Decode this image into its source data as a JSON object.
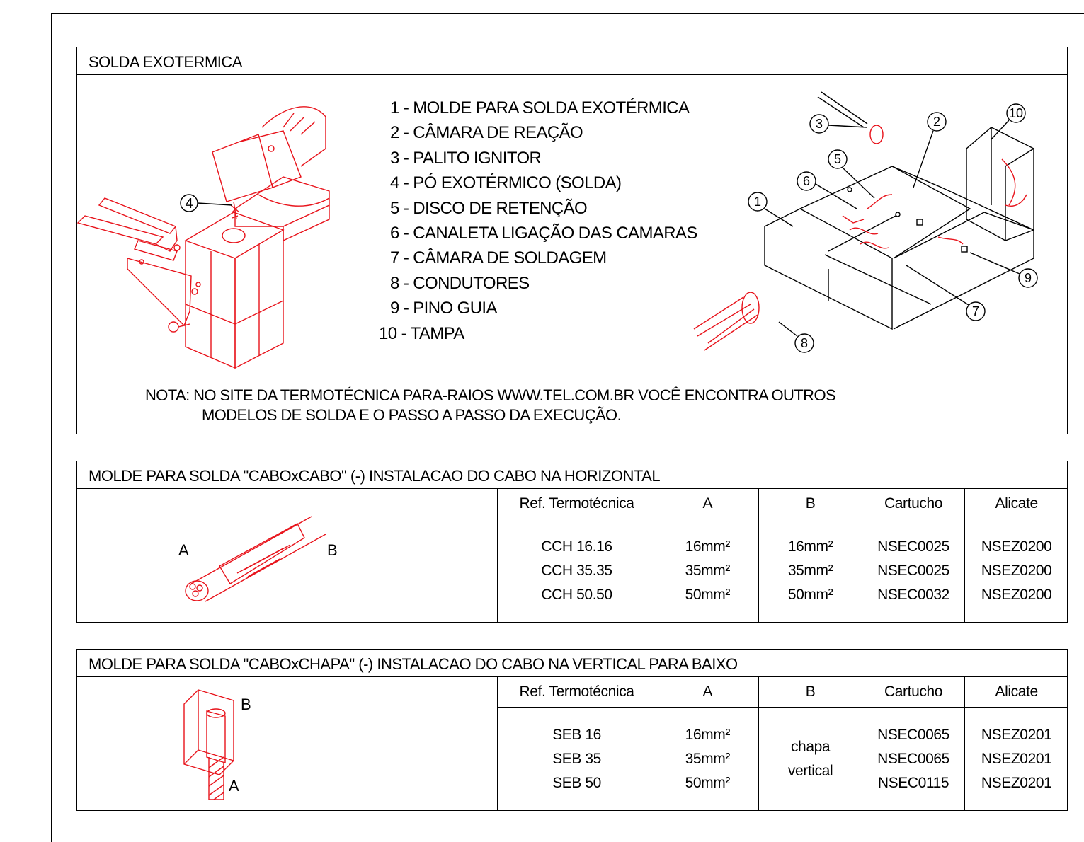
{
  "panel1": {
    "title": "SOLDA EXOTERMICA",
    "legend": [
      "1 - MOLDE PARA SOLDA EXOTÉRMICA",
      "2 - CÂMARA DE REAÇÃO",
      "3 - PALITO IGNITOR",
      "4 - PÓ EXOTÉRMICO (SOLDA)",
      "5 - DISCO DE RETENÇÃO",
      "6 - CANALETA LIGAÇÃO DAS CAMARAS",
      "7 - CÂMARA DE SOLDAGEM",
      "8 - CONDUTORES",
      "9 - PINO GUIA",
      "10 - TAMPA"
    ],
    "note_line1": "NOTA: NO SITE DA TERMOTÉCNICA PARA-RAIOS WWW.TEL.COM.BR VOCÊ ENCONTRA OUTROS",
    "note_line2": "MODELOS DE SOLDA E O PASSO A PASSO DA EXECUÇÃO.",
    "callouts": [
      "1",
      "2",
      "3",
      "4",
      "5",
      "6",
      "7",
      "8",
      "9",
      "10"
    ]
  },
  "panel2": {
    "title": "MOLDE PARA SOLDA \"CABOxCABO\" (-) INSTALACAO DO CABO NA HORIZONTAL",
    "label_a": "A",
    "label_b": "B",
    "headers": [
      "Ref. Termotécnica",
      "A",
      "B",
      "Cartucho",
      "Alicate"
    ],
    "rows": [
      [
        "CCH 16.16",
        "16mm²",
        "16mm²",
        "NSEC0025",
        "NSEZ0200"
      ],
      [
        "CCH 35.35",
        "35mm²",
        "35mm²",
        "NSEC0025",
        "NSEZ0200"
      ],
      [
        "CCH 50.50",
        "50mm²",
        "50mm²",
        "NSEC0032",
        "NSEZ0200"
      ]
    ]
  },
  "panel3": {
    "title": "MOLDE PARA SOLDA \"CABOxCHAPA\" (-) INSTALACAO DO CABO NA VERTICAL PARA BAIXO",
    "label_a": "A",
    "label_b": "B",
    "headers": [
      "Ref. Termotécnica",
      "A",
      "B",
      "Cartucho",
      "Alicate"
    ],
    "ref": [
      "SEB 16",
      "SEB 35",
      "SEB 50"
    ],
    "a": [
      "16mm²",
      "35mm²",
      "50mm²"
    ],
    "b": [
      "chapa",
      "vertical"
    ],
    "cartucho": [
      "NSEC0065",
      "NSEC0065",
      "NSEC0115"
    ],
    "alicate": [
      "NSEZ0201",
      "NSEZ0201",
      "NSEZ0201"
    ]
  },
  "colors": {
    "drawing_accent": "#e8131b",
    "line": "#000000"
  }
}
